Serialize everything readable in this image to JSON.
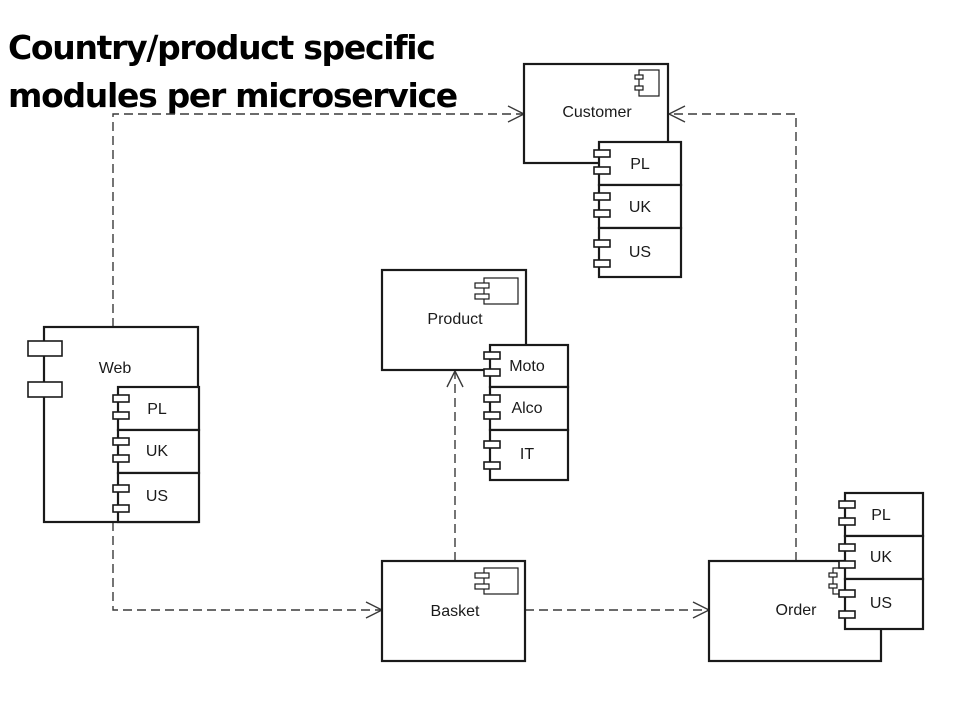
{
  "title": {
    "line1": "Country/product specific",
    "line2": "modules per microservice"
  },
  "components": {
    "web": {
      "label": "Web",
      "modules": [
        "PL",
        "UK",
        "US"
      ]
    },
    "customer": {
      "label": "Customer",
      "modules": [
        "PL",
        "UK",
        "US"
      ]
    },
    "product": {
      "label": "Product",
      "modules": [
        "Moto",
        "Alco",
        "IT"
      ]
    },
    "basket": {
      "label": "Basket"
    },
    "order": {
      "label": "Order",
      "modules": [
        "PL",
        "UK",
        "US"
      ]
    }
  },
  "edges": [
    {
      "from": "Web",
      "to": "Customer"
    },
    {
      "from": "Web",
      "to": "Basket"
    },
    {
      "from": "Basket",
      "to": "Product"
    },
    {
      "from": "Basket",
      "to": "Order"
    },
    {
      "from": "Order",
      "to": "Customer"
    }
  ]
}
